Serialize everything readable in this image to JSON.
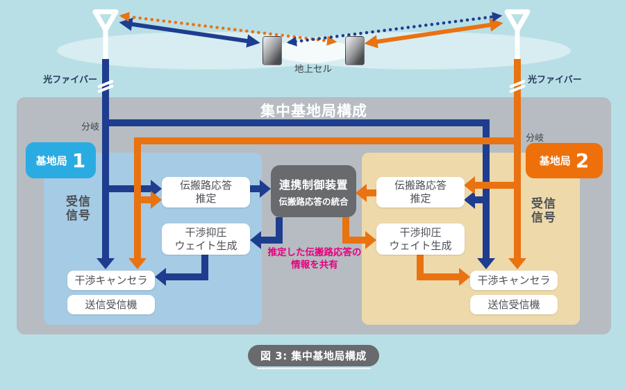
{
  "colors": {
    "background": "#b9dfe6",
    "navy_line": "#1e3d8f",
    "orange_line": "#e97211",
    "bs1_badge": "#2aace2",
    "bs2_badge": "#ee700b",
    "pink_note": "#e5007e",
    "outer_panel": "#b6bcc2",
    "bs1_panel": "#a6cbe4",
    "bs2_panel": "#eed9aa",
    "dark_box": "#696a6d"
  },
  "icons": {
    "antenna_left": "antenna-icon",
    "antenna_right": "antenna-icon",
    "phone_left": "mobile-phone-icon",
    "phone_right": "mobile-phone-icon"
  },
  "top": {
    "ground_cell": "地上セル",
    "fiber_left": "光ファイバー",
    "fiber_right": "光ファイバー"
  },
  "station": {
    "title": "集中基地局構成",
    "branch_left": "分岐",
    "branch_right": "分岐",
    "rx_line1": "受信",
    "rx_line2": "信号",
    "bs1": {
      "label": "基地局",
      "num": "1"
    },
    "bs2": {
      "label": "基地局",
      "num": "2"
    },
    "units": {
      "est_line1": "伝搬路応答",
      "est_line2": "推定",
      "weight_line1": "干渉抑圧",
      "weight_line2": "ウェイト生成",
      "canceller": "干渉キャンセラ",
      "transceiver": "送信受信機"
    },
    "controller": {
      "line1": "連携制御装置",
      "line2": "伝搬路応答の統合"
    },
    "share_note_line1": "推定した伝搬路応答の",
    "share_note_line2": "情報を共有"
  },
  "caption": "図 3: 集中基地局構成"
}
